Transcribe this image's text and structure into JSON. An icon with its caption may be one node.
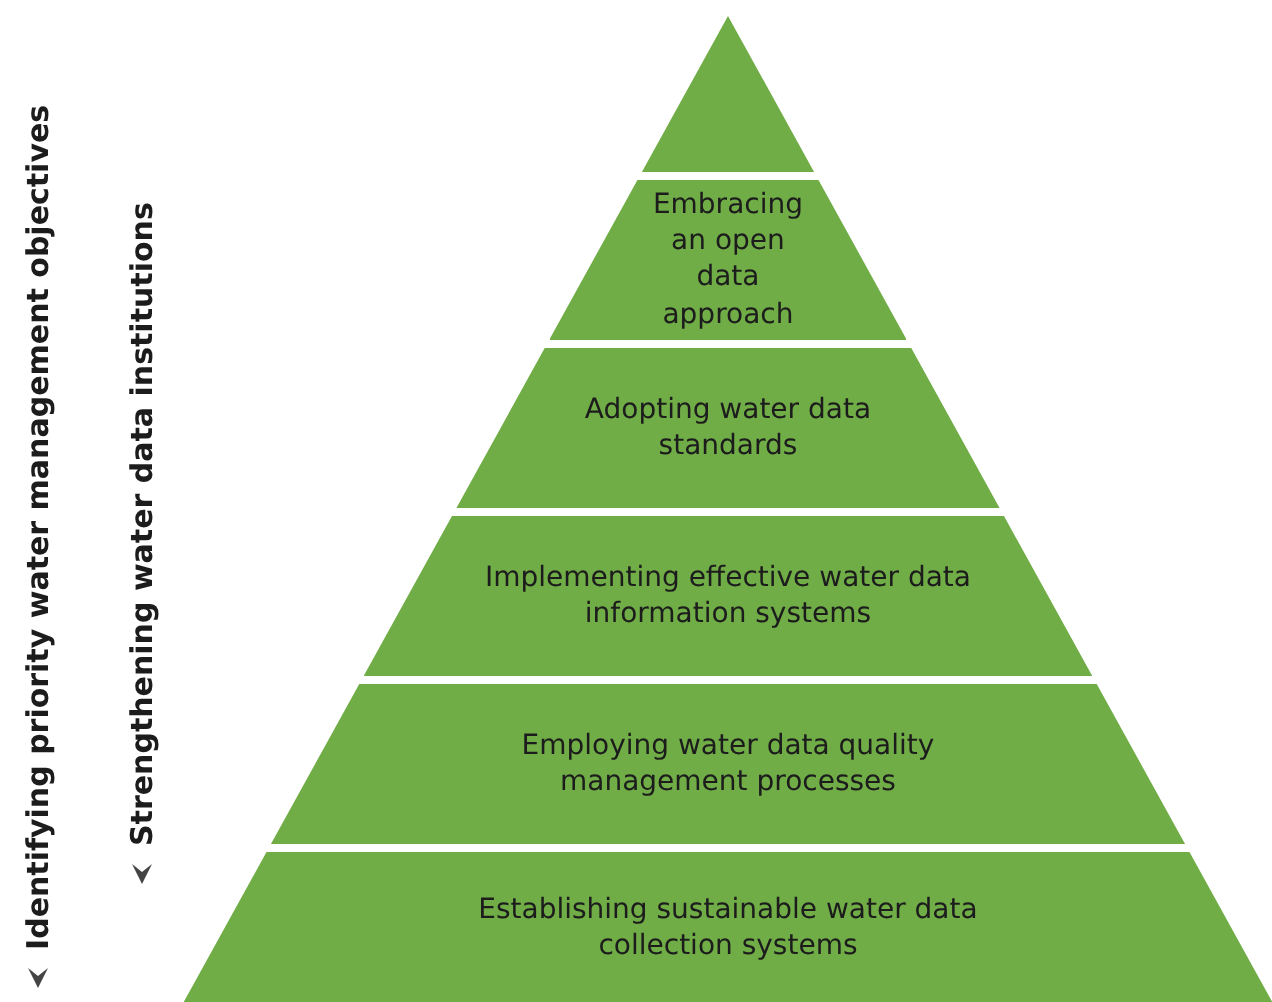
{
  "diagram": {
    "nodes": [
      {
        "text": [],
        "shape": "triangle"
      },
      {
        "text": [
          "Embracing an open data approach"
        ]
      },
      {
        "text": [
          "Adopting water data standards"
        ]
      },
      {
        "text": [
          "Implementing effective water data information systems"
        ]
      },
      {
        "text": [
          "Employing water data quality management processes"
        ]
      },
      {
        "text": [
          "Establishing sustainable water data collection systems"
        ]
      }
    ],
    "labels": [
      "Identifying priority water management objectives",
      "Strengthening water data institutions"
    ]
  }
}
